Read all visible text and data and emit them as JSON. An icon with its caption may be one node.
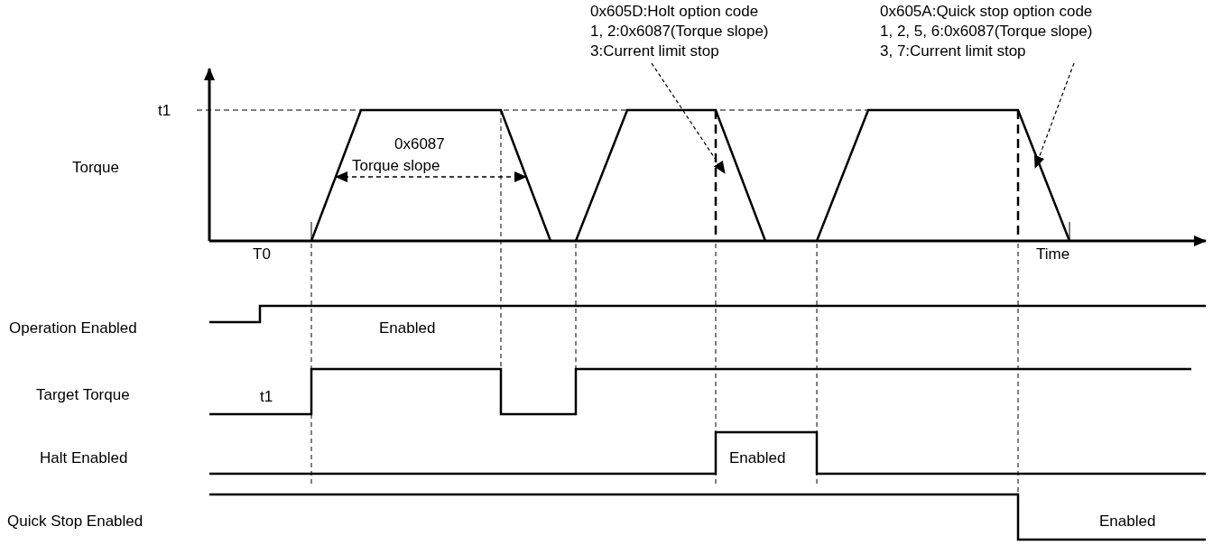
{
  "diagram": {
    "nodes": [
      {
        "text": [
          "0x605D:Holt option code",
          "1, 2:0x6087(Torque slope)",
          "3:Current limit stop"
        ]
      },
      {
        "text": [
          "0x605A:Quick stop option code",
          "1, 2, 5, 6:0x6087(Torque slope)",
          "3, 7:Current limit stop"
        ]
      }
    ],
    "edges": [
      {
        "from": 0,
        "to": null,
        "arrow": "to",
        "style": "dashed"
      },
      {
        "from": 1,
        "to": null,
        "arrow": "to",
        "style": "dashed"
      }
    ],
    "labels": [
      "t1",
      "Torque",
      "0x6087",
      "Torque slope",
      "T0",
      "Time",
      "Operation Enabled",
      "Enabled",
      "Target Torque",
      "t1",
      "Halt Enabled",
      "Enabled",
      "Quick Stop Enabled",
      "Enabled"
    ]
  }
}
